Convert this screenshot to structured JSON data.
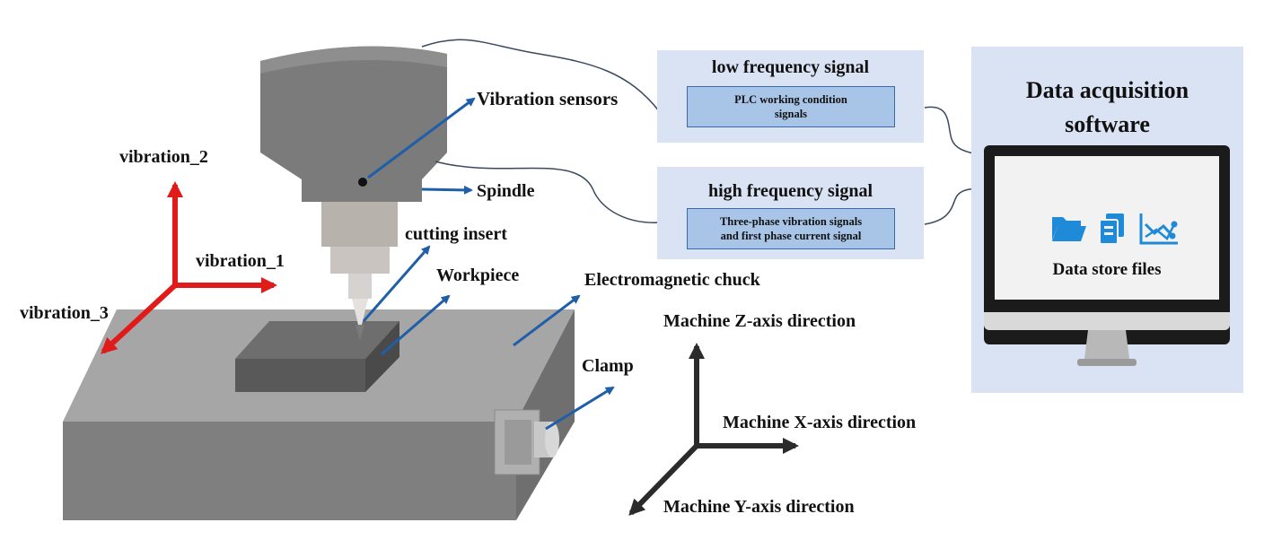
{
  "labels": {
    "vibration_2": "vibration_2",
    "vibration_1": "vibration_1",
    "vibration_3": "vibration_3",
    "vibration_sensors": "Vibration sensors",
    "spindle": "Spindle",
    "cutting_insert": "cutting insert",
    "workpiece": "Workpiece",
    "electromagnetic_chuck": "Electromagnetic chuck",
    "clamp": "Clamp",
    "machine_z": "Machine Z-axis direction",
    "machine_x": "Machine X-axis direction",
    "machine_y": "Machine Y-axis direction"
  },
  "low_frequency": {
    "title": "low frequency signal",
    "inner_line1": "PLC working condition",
    "inner_line2": "signals"
  },
  "high_frequency": {
    "title": "high frequency signal",
    "inner_line1": "Three-phase vibration signals",
    "inner_line2": "and first phase current signal"
  },
  "software": {
    "title_line1": "Data acquisition",
    "title_line2": "software",
    "store_label": "Data store files",
    "icons": [
      "folder-icon",
      "copy-files-icon",
      "line-chart-icon"
    ]
  },
  "colors": {
    "accent_blue": "#1f5fa8",
    "vibration_red": "#e11a1a",
    "panel_bg": "#dae3f3",
    "inner_box": "#a8c4e6"
  }
}
